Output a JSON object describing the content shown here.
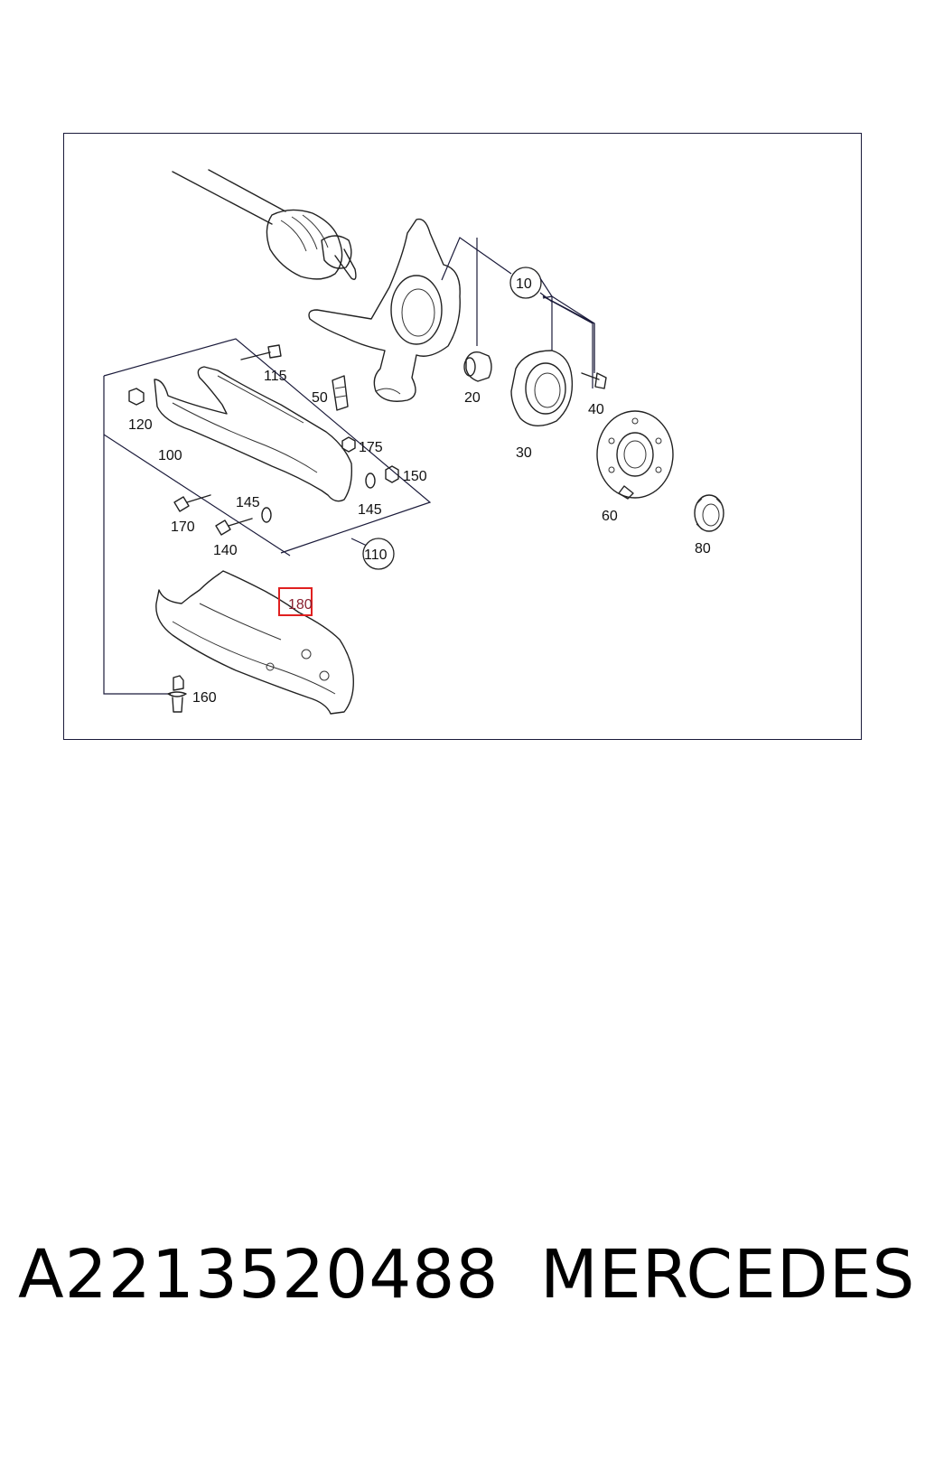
{
  "diagram": {
    "labels": {
      "p10": "10",
      "p20": "20",
      "p30": "30",
      "p40": "40",
      "p50": "50",
      "p60": "60",
      "p80": "80",
      "p100": "100",
      "p110": "110",
      "p115": "115",
      "p120": "120",
      "p140": "140",
      "p145a": "145",
      "p145b": "145",
      "p150": "150",
      "p160": "160",
      "p170": "170",
      "p175": "175",
      "p180": "180"
    },
    "highlight_color": "#e02020",
    "line_color": "#1a1a3a"
  },
  "caption": {
    "part_number": "A2213520488",
    "brand": "MERCEDES"
  }
}
